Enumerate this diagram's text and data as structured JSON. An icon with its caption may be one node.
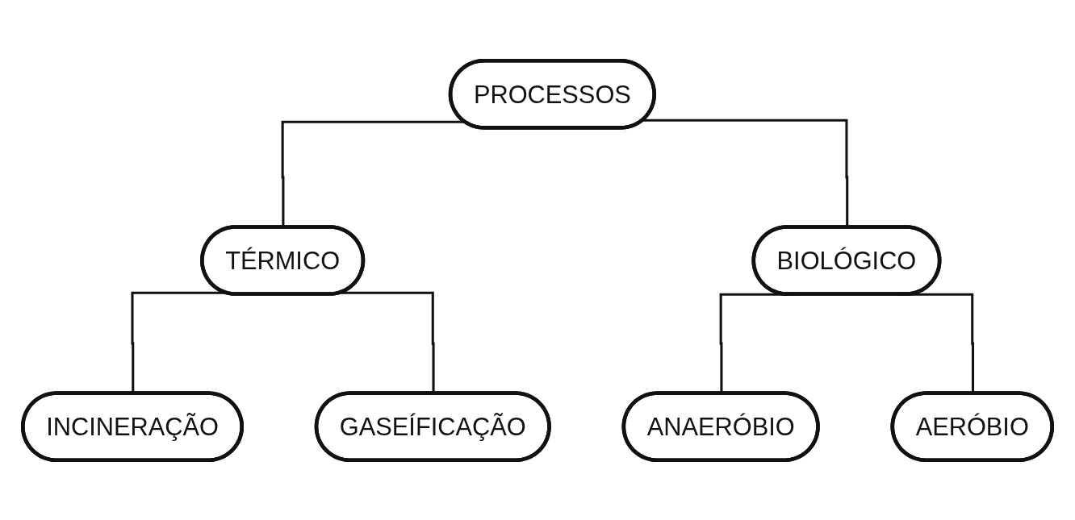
{
  "diagram": {
    "nodes": [
      {
        "text": [
          "PROCESSOS"
        ]
      },
      {
        "text": [
          "TÉRMICO"
        ]
      },
      {
        "text": [
          "BIOLÓGICO"
        ]
      },
      {
        "text": [
          "INCINERAÇÃO"
        ]
      },
      {
        "text": [
          "GASEÍFICAÇÃO"
        ]
      },
      {
        "text": [
          "ANAERÓBIO"
        ]
      },
      {
        "text": [
          "AERÓBIO"
        ]
      }
    ],
    "edges": [
      {
        "from": 0,
        "to": 1,
        "arrow": "none"
      },
      {
        "from": 0,
        "to": 2,
        "arrow": "none"
      },
      {
        "from": 1,
        "to": 3,
        "arrow": "none"
      },
      {
        "from": 1,
        "to": 4,
        "arrow": "none"
      },
      {
        "from": 2,
        "to": 5,
        "arrow": "none"
      },
      {
        "from": 2,
        "to": 6,
        "arrow": "none"
      }
    ]
  }
}
